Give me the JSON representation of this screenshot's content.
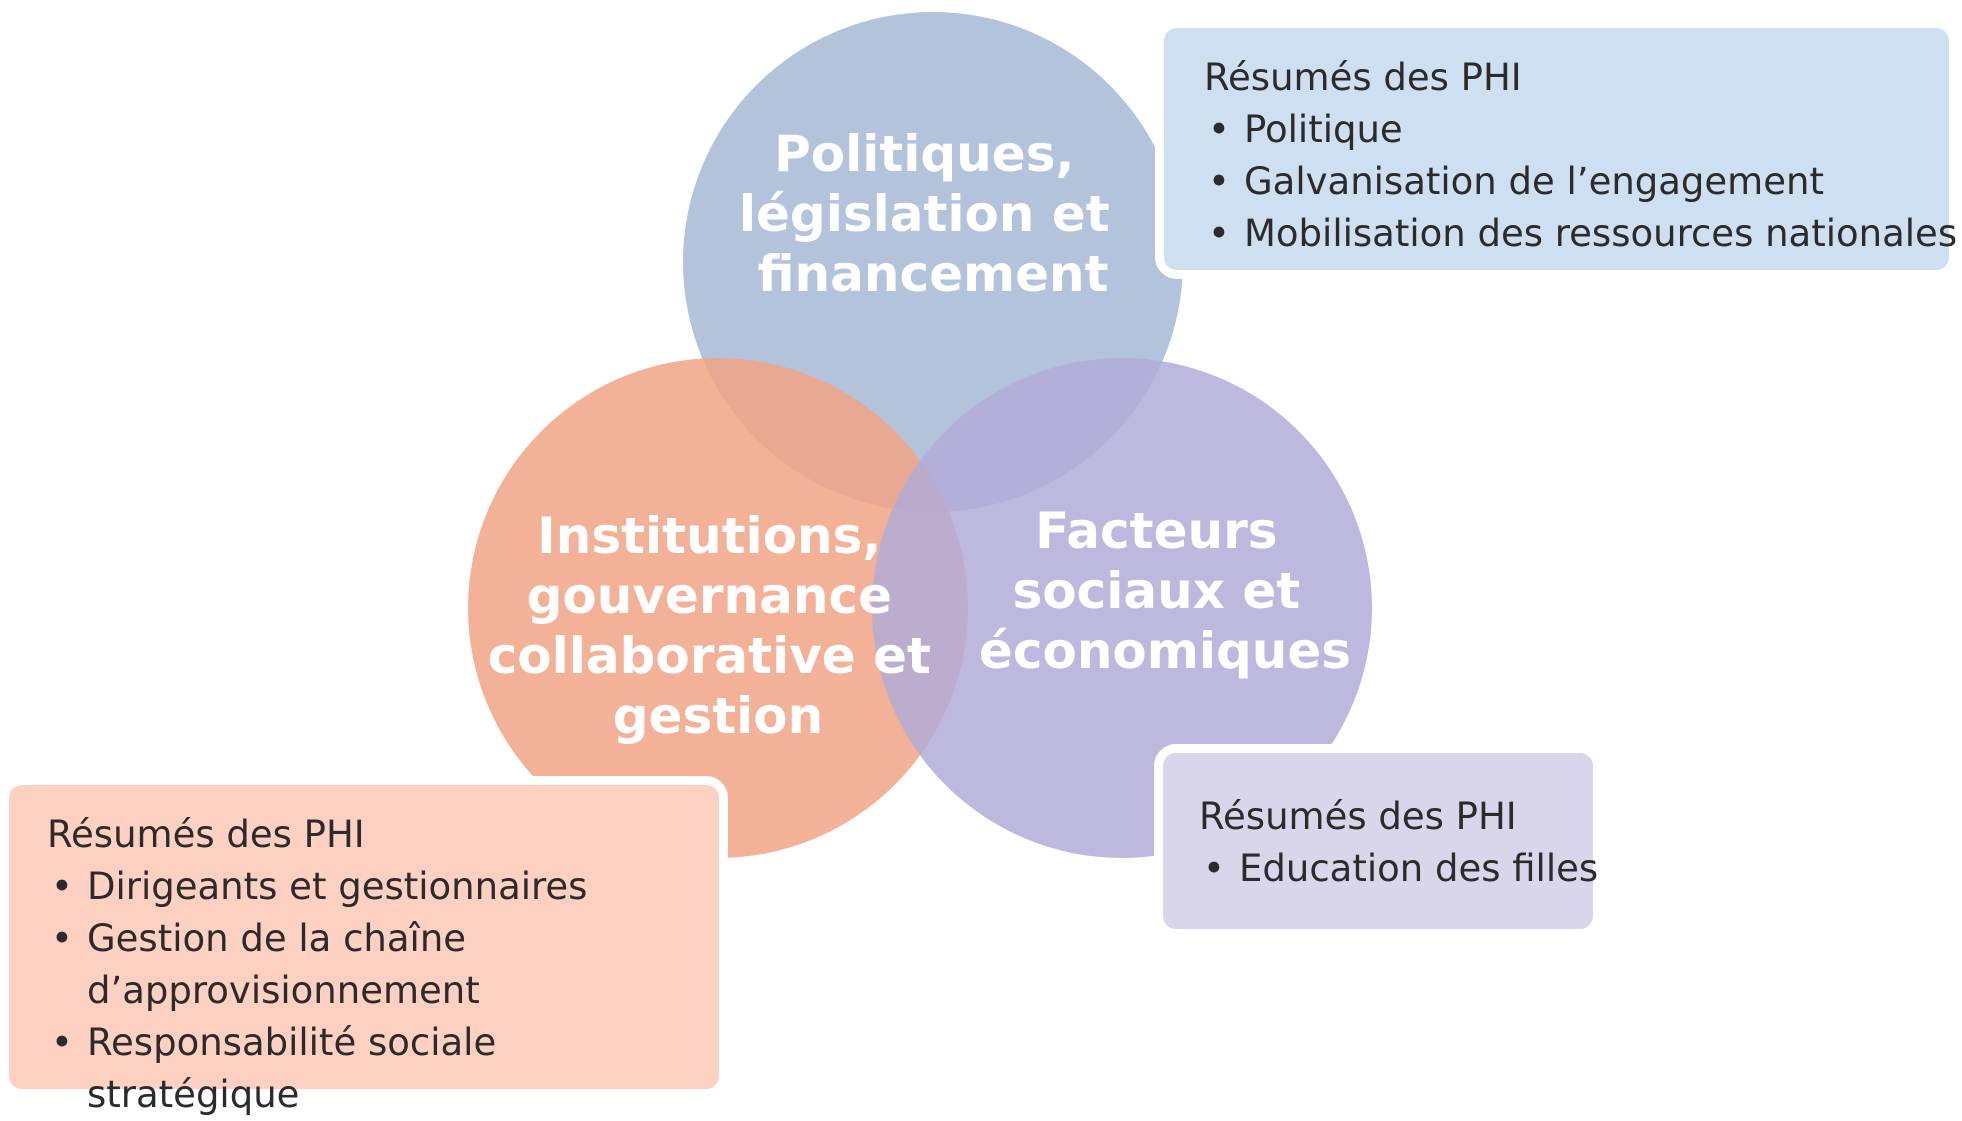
{
  "colors": {
    "circle_top": "#a4b9d5",
    "circle_left": "#f1a385",
    "circle_right": "#b1acd7",
    "box_top": "#cddff0",
    "box_left": "#fdd0c1",
    "box_right": "#d9d6eb",
    "text_dark": "#2b2b2b"
  },
  "circles": {
    "top": {
      "label_lines": [
        "Politiques,",
        "législation et",
        "financement"
      ]
    },
    "left": {
      "label_lines": [
        "Institutions,",
        "gouvernance",
        "collaborative et",
        "gestion"
      ]
    },
    "right": {
      "label_lines": [
        "Facteurs",
        "sociaux et",
        "économiques"
      ]
    }
  },
  "boxes": {
    "top": {
      "title": "Résumés des PHI",
      "items": [
        "Politique",
        "Galvanisation de l’engagement",
        "Mobilisation des ressources nationales"
      ]
    },
    "left": {
      "title": "Résumés des PHI",
      "items": [
        "Dirigeants et gestionnaires",
        "Gestion de la chaîne d’approvisionnement",
        "Responsabilité sociale stratégique"
      ]
    },
    "right": {
      "title": "Résumés des PHI",
      "items": [
        "Education des filles"
      ]
    }
  }
}
